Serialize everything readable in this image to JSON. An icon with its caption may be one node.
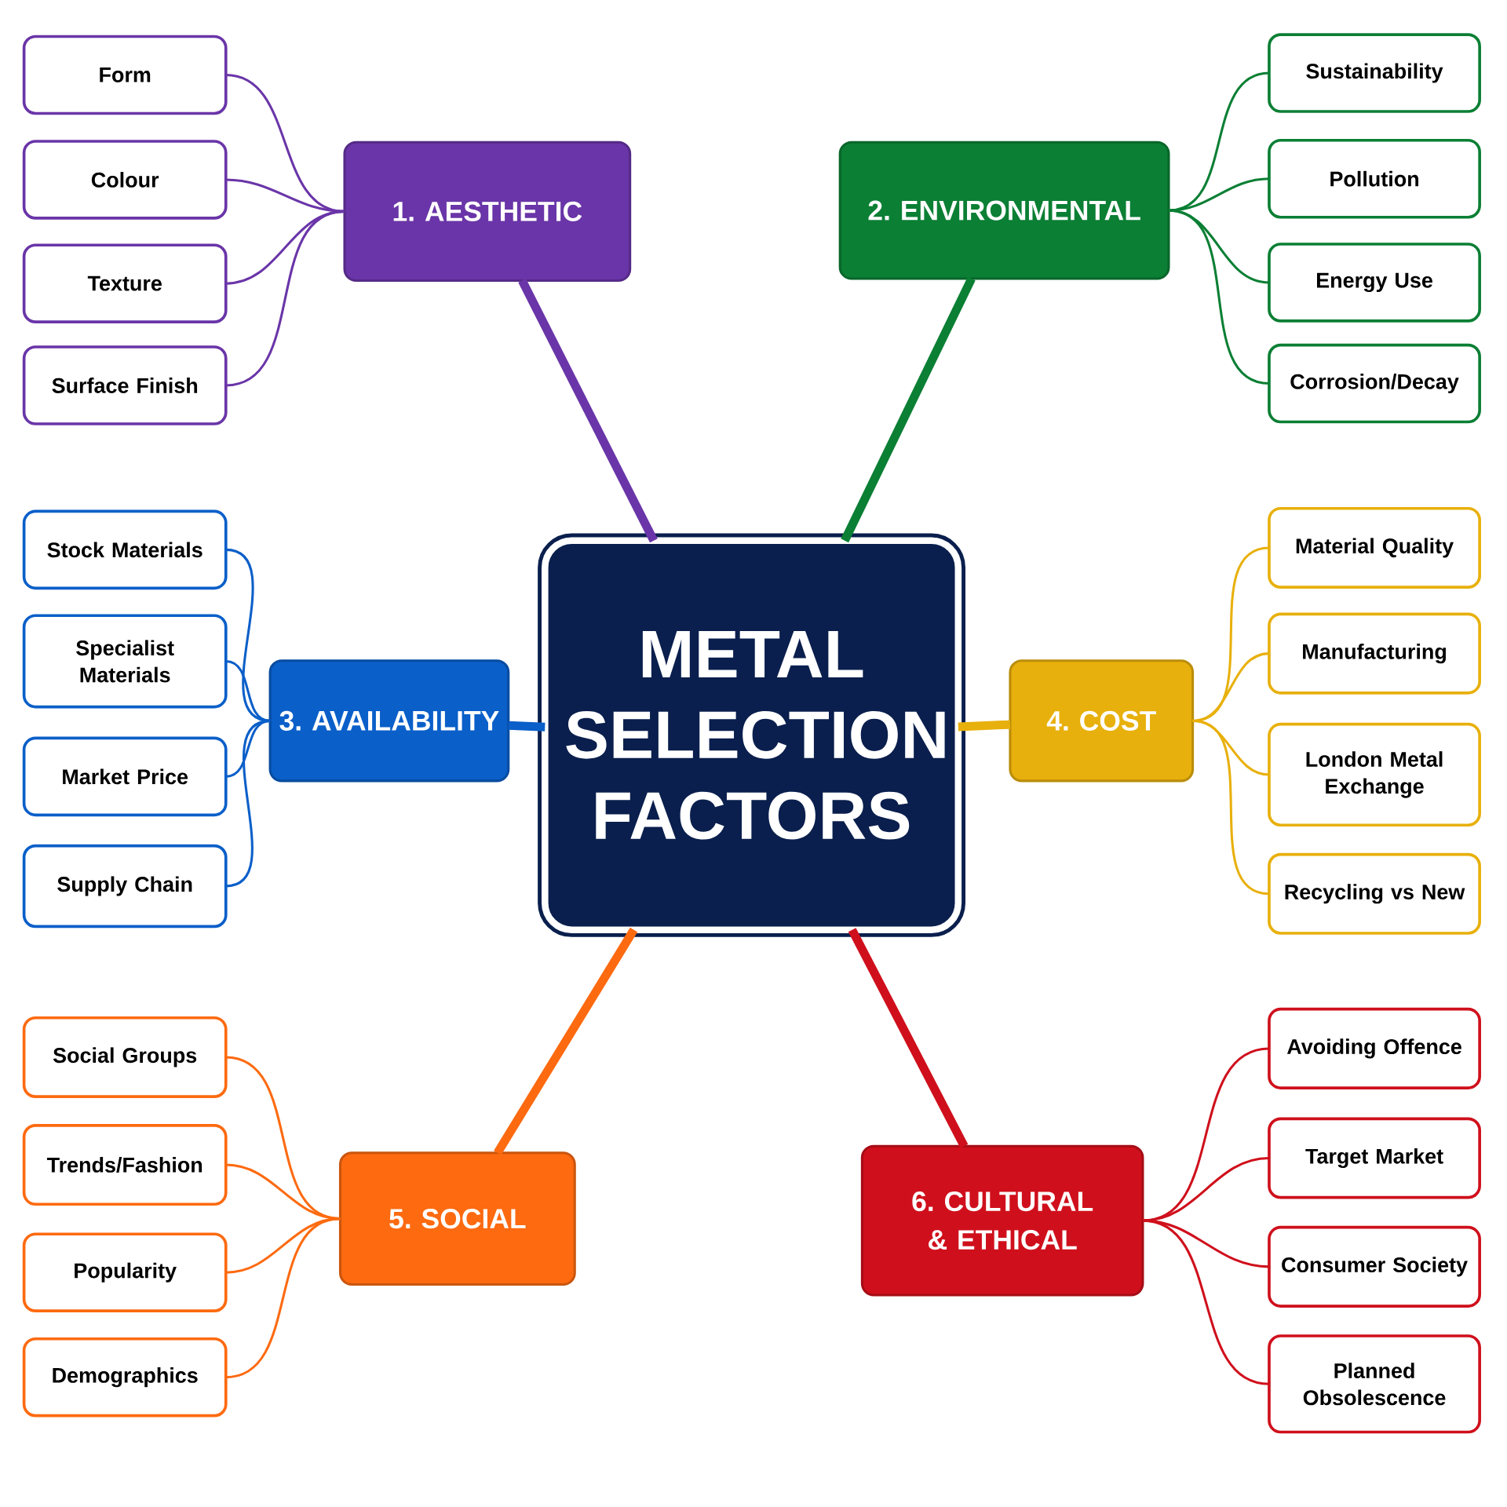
{
  "diagram": {
    "nodes": [
      {
        "text": [
          "METAL SELECTION FACTORS"
        ]
      },
      {
        "text": [
          "1. AESTHETIC"
        ]
      },
      {
        "text": [
          "Form"
        ]
      },
      {
        "text": [
          "Colour"
        ]
      },
      {
        "text": [
          "Texture"
        ]
      },
      {
        "text": [
          "Surface Finish"
        ]
      },
      {
        "text": [
          "2. ENVIRONMENTAL"
        ]
      },
      {
        "text": [
          "Sustainability"
        ]
      },
      {
        "text": [
          "Pollution"
        ]
      },
      {
        "text": [
          "Energy Use"
        ]
      },
      {
        "text": [
          "Corrosion/Decay"
        ]
      },
      {
        "text": [
          "3. AVAILABILITY"
        ]
      },
      {
        "text": [
          "Stock Materials"
        ]
      },
      {
        "text": [
          "Specialist Materials"
        ]
      },
      {
        "text": [
          "Market Price"
        ]
      },
      {
        "text": [
          "Supply Chain"
        ]
      },
      {
        "text": [
          "4. COST"
        ]
      },
      {
        "text": [
          "Material Quality"
        ]
      },
      {
        "text": [
          "Manufacturing"
        ]
      },
      {
        "text": [
          "London Metal Exchange"
        ]
      },
      {
        "text": [
          "Recycling vs New"
        ]
      },
      {
        "text": [
          "5. SOCIAL"
        ]
      },
      {
        "text": [
          "Social Groups"
        ]
      },
      {
        "text": [
          "Trends/Fashion"
        ]
      },
      {
        "text": [
          "Popularity"
        ]
      },
      {
        "text": [
          "Demographics"
        ]
      },
      {
        "text": [
          "6. CULTURAL & ETHICAL"
        ]
      },
      {
        "text": [
          "Avoiding Offence"
        ]
      },
      {
        "text": [
          "Target Market"
        ]
      },
      {
        "text": [
          "Consumer Society"
        ]
      },
      {
        "text": [
          "Planned Obsolescence"
        ]
      }
    ],
    "edges": [
      {
        "from": 0,
        "to": 1,
        "arrow": "none",
        "style": "thick",
        "color": "#6a35a8"
      },
      {
        "from": 1,
        "to": 2,
        "arrow": "none",
        "color": "#6a35a8"
      },
      {
        "from": 1,
        "to": 3,
        "arrow": "none",
        "color": "#6a35a8"
      },
      {
        "from": 1,
        "to": 4,
        "arrow": "none",
        "color": "#6a35a8"
      },
      {
        "from": 1,
        "to": 5,
        "arrow": "none",
        "color": "#6a35a8"
      },
      {
        "from": 0,
        "to": 6,
        "arrow": "none",
        "style": "thick",
        "color": "#0b7f34"
      },
      {
        "from": 6,
        "to": 7,
        "arrow": "none",
        "color": "#0b7f34"
      },
      {
        "from": 6,
        "to": 8,
        "arrow": "none",
        "color": "#0b7f34"
      },
      {
        "from": 6,
        "to": 9,
        "arrow": "none",
        "color": "#0b7f34"
      },
      {
        "from": 6,
        "to": 10,
        "arrow": "none",
        "color": "#0b7f34"
      },
      {
        "from": 0,
        "to": 11,
        "arrow": "none",
        "style": "thick",
        "color": "#0a5fc9"
      },
      {
        "from": 11,
        "to": 12,
        "arrow": "none",
        "color": "#0a5fc9"
      },
      {
        "from": 11,
        "to": 13,
        "arrow": "none",
        "color": "#0a5fc9"
      },
      {
        "from": 11,
        "to": 14,
        "arrow": "none",
        "color": "#0a5fc9"
      },
      {
        "from": 11,
        "to": 15,
        "arrow": "none",
        "color": "#0a5fc9"
      },
      {
        "from": 0,
        "to": 16,
        "arrow": "none",
        "style": "thick",
        "color": "#e8b00c"
      },
      {
        "from": 16,
        "to": 17,
        "arrow": "none",
        "color": "#e8b00c"
      },
      {
        "from": 16,
        "to": 18,
        "arrow": "none",
        "color": "#e8b00c"
      },
      {
        "from": 16,
        "to": 19,
        "arrow": "none",
        "color": "#e8b00c"
      },
      {
        "from": 16,
        "to": 20,
        "arrow": "none",
        "color": "#e8b00c"
      },
      {
        "from": 0,
        "to": 21,
        "arrow": "none",
        "style": "thick",
        "color": "#fd6a10"
      },
      {
        "from": 21,
        "to": 22,
        "arrow": "none",
        "color": "#fd6a10"
      },
      {
        "from": 21,
        "to": 23,
        "arrow": "none",
        "color": "#fd6a10"
      },
      {
        "from": 21,
        "to": 24,
        "arrow": "none",
        "color": "#fd6a10"
      },
      {
        "from": 21,
        "to": 25,
        "arrow": "none",
        "color": "#fd6a10"
      },
      {
        "from": 0,
        "to": 26,
        "arrow": "none",
        "style": "thick",
        "color": "#cf101c"
      },
      {
        "from": 26,
        "to": 27,
        "arrow": "none",
        "color": "#cf101c"
      },
      {
        "from": 26,
        "to": 28,
        "arrow": "none",
        "color": "#cf101c"
      },
      {
        "from": 26,
        "to": 29,
        "arrow": "none",
        "color": "#cf101c"
      },
      {
        "from": 26,
        "to": 30,
        "arrow": "none",
        "color": "#cf101c"
      }
    ]
  }
}
